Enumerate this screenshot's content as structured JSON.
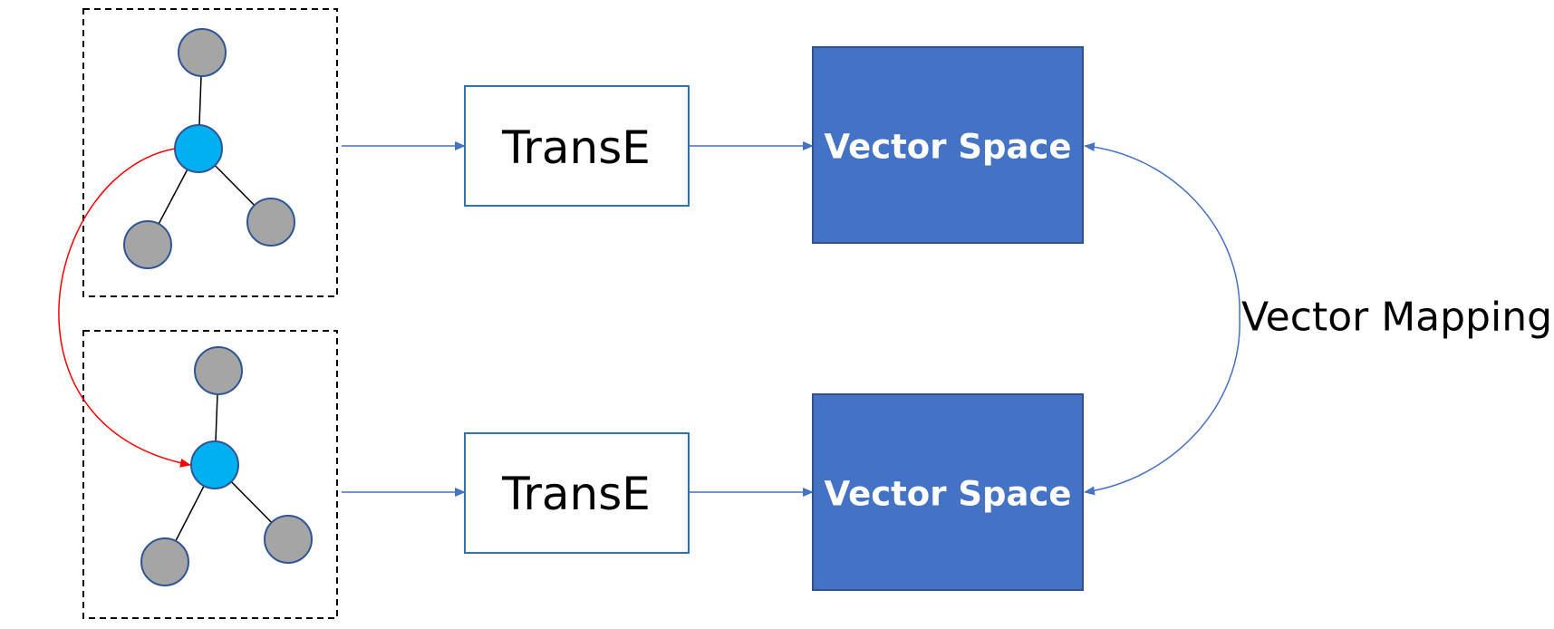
{
  "diagram": {
    "blocks": {
      "transe_top": "TransE",
      "transe_bottom": "TransE",
      "vector_space_top": "Vector Space",
      "vector_space_bottom": "Vector Space"
    },
    "mapping_label": "Vector Mapping"
  },
  "colors": {
    "center_node": "#00B0F0",
    "leaf_node": "#A5A5A5",
    "node_border": "#2F5597",
    "vector_space_fill": "#4472C4",
    "transe_border": "#2E75B6",
    "flow_arrow": "#4472C4",
    "alignment_arrow": "#FF0000"
  }
}
